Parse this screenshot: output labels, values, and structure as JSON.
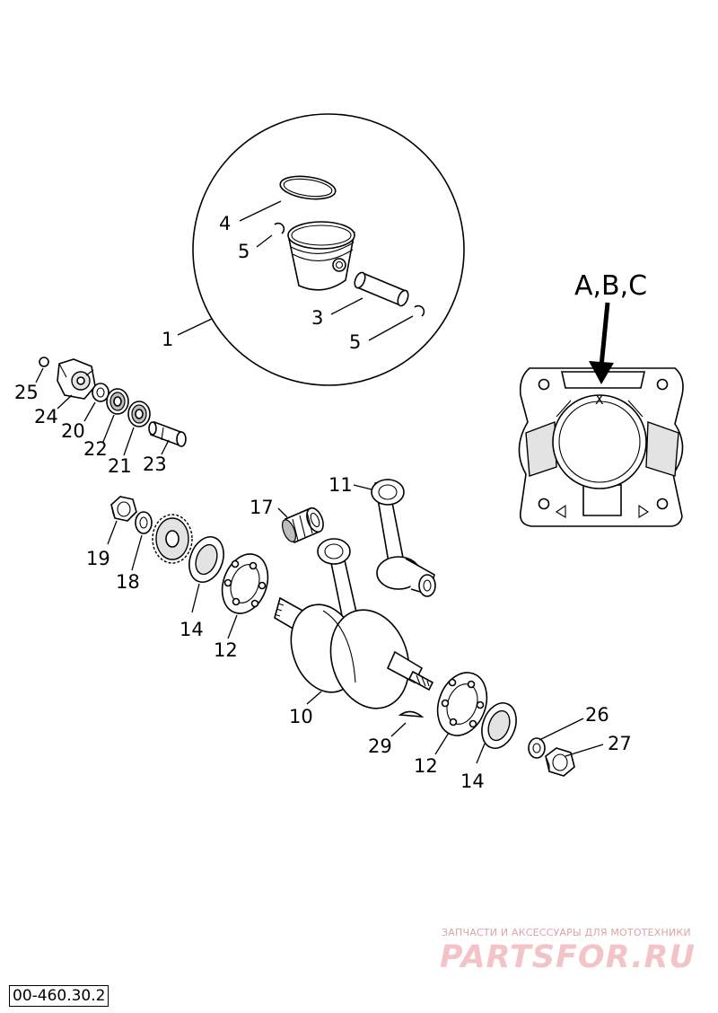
{
  "callouts": {
    "c1": "1",
    "c3": "3",
    "c4": "4",
    "c5a": "5",
    "c5b": "5",
    "c10": "10",
    "c11": "11",
    "c12a": "12",
    "c12b": "12",
    "c14a": "14",
    "c14b": "14",
    "c17": "17",
    "c18": "18",
    "c19": "19",
    "c20": "20",
    "c21": "21",
    "c22": "22",
    "c23": "23",
    "c24": "24",
    "c25": "25",
    "c26": "26",
    "c27": "27",
    "c29": "29"
  },
  "marking": {
    "arrow_label": "A,B,C",
    "mark": "X"
  },
  "watermark": {
    "caption": "ЗАПЧАСТИ И АКСЕССУАРЫ ДЛЯ МОТОТЕХНИКИ",
    "logo": "PARTSFOR.RU"
  },
  "diagram_code": "00-460.30.2"
}
